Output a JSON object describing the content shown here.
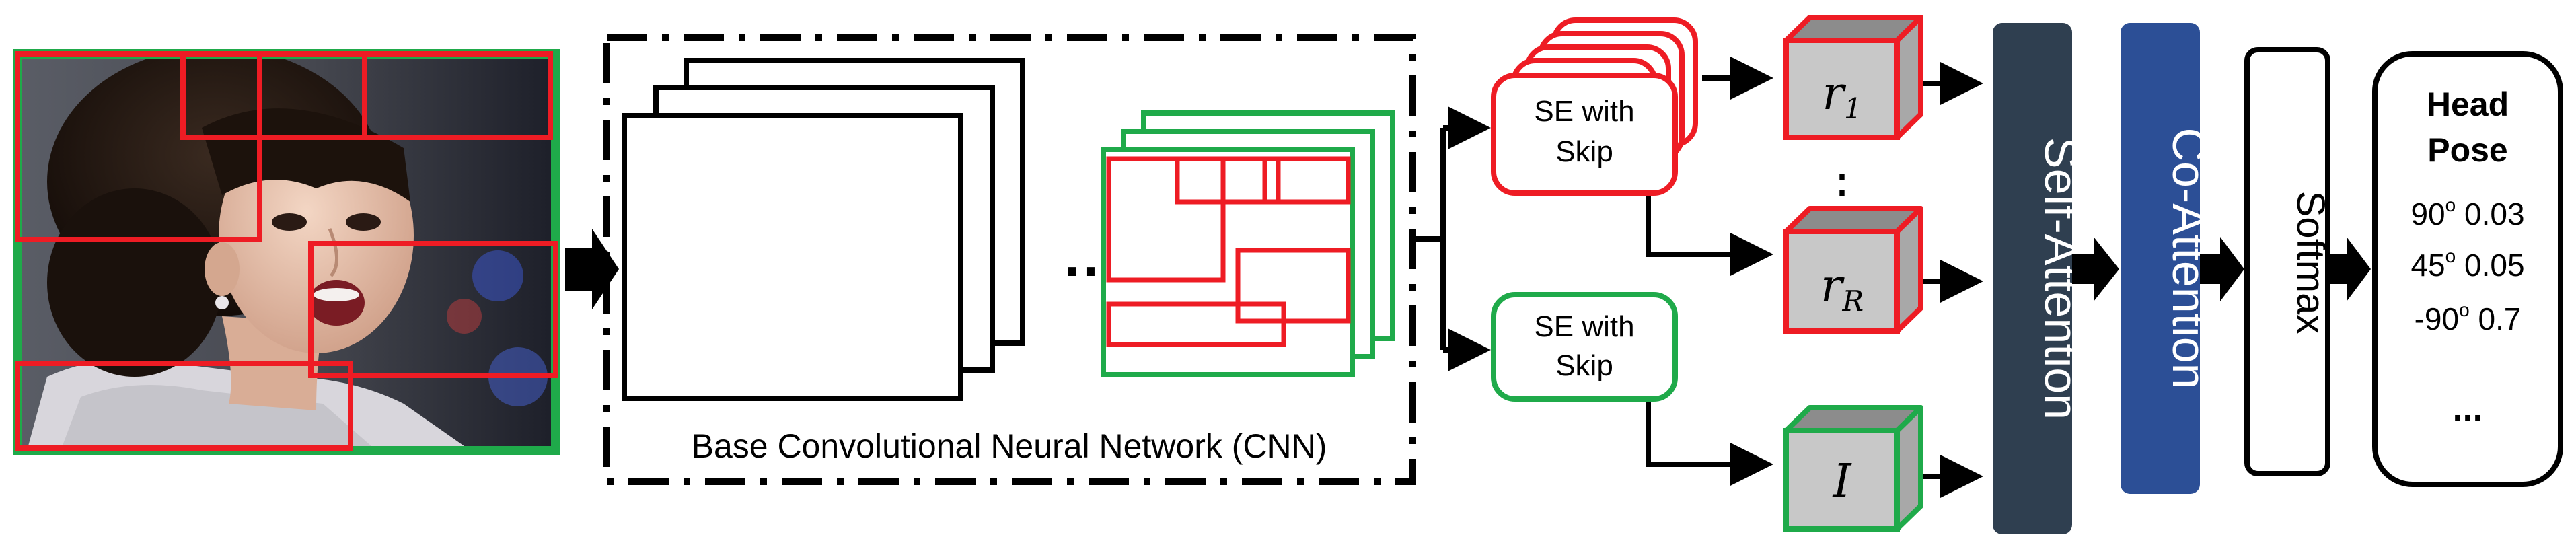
{
  "cnn_label": "Base Convolutional Neural Network (CNN)",
  "dots": "…",
  "vdots": "⋮",
  "se_red": {
    "line1": "SE with",
    "line2": "Skip"
  },
  "se_green": {
    "line1": "SE with",
    "line2": "Skip"
  },
  "cube_r1": {
    "base": "r",
    "sub": "1"
  },
  "cube_rR": {
    "base": "r",
    "sub": "R"
  },
  "cube_I": {
    "base": "I"
  },
  "self_attention": "Self-Attention",
  "co_attention": "Co-Attention",
  "softmax": "Softmax",
  "output": {
    "title1": "Head",
    "title2": "Pose",
    "rows": [
      {
        "angle": "90",
        "prob": "0.03"
      },
      {
        "angle": "45",
        "prob": "0.05"
      },
      {
        "angle": "-90",
        "prob": "0.7"
      }
    ],
    "deg": "o",
    "more": "..."
  },
  "colors": {
    "red": "#ee1c24",
    "green": "#1faa4a",
    "self_attention_bg": "#2f3f50",
    "co_attention_bg": "#2c4f96",
    "cube_face": "#c8c8c8",
    "cube_top": "#8c8c8c"
  }
}
